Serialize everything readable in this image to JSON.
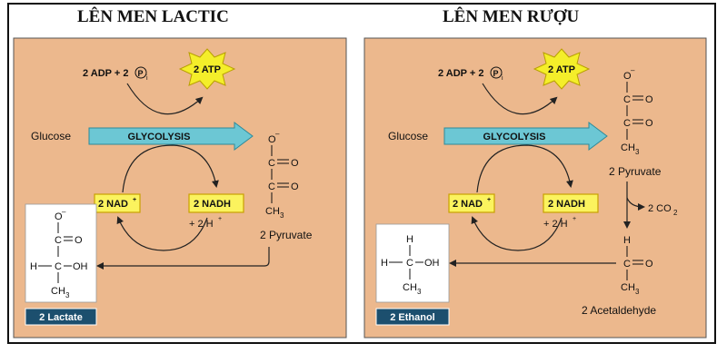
{
  "panels": [
    {
      "title": "LÊN MEN LACTIC",
      "adp_label": "2 ADP + 2",
      "pi_letter": "P",
      "pi_sub": "i",
      "atp_label": "2 ATP",
      "glucose_label": "Glucose",
      "glycolysis_label": "GLYCOLYSIS",
      "nad_label": "2 NAD",
      "nad_sup": "+",
      "nadh_label": "2 NADH",
      "h_label": "+ 2 H",
      "h_sup": "+",
      "pyruvate_label": "2 Pyruvate",
      "product_label": "2 Lactate",
      "struct": {
        "o_minus": "O",
        "o_minus_sup": "–",
        "c": "C",
        "o": "O",
        "ch3": "CH",
        "ch3_sub": "3",
        "h": "H",
        "oh": "OH"
      }
    },
    {
      "title": "LÊN MEN RƯỢU",
      "adp_label": "2 ADP + 2",
      "pi_letter": "P",
      "pi_sub": "i",
      "atp_label": "2 ATP",
      "glucose_label": "Glucose",
      "glycolysis_label": "GLYCOLYSIS",
      "nad_label": "2 NAD",
      "nad_sup": "+",
      "nadh_label": "2 NADH",
      "h_label": "+ 2 H",
      "h_sup": "+",
      "pyruvate_label": "2 Pyruvate",
      "co2_label": "2 CO",
      "co2_sub": "2",
      "acetaldehyde_label": "2 Acetaldehyde",
      "product_label": "2 Ethanol",
      "struct": {
        "o_minus": "O",
        "o_minus_sup": "–",
        "c": "C",
        "o": "O",
        "ch3": "CH",
        "ch3_sub": "3",
        "h": "H",
        "oh": "OH"
      }
    }
  ],
  "colors": {
    "panel_bg": "#ecb88d",
    "arrow_fill": "#6cc7d4",
    "box_fill": "#fbf35e",
    "box_border": "#c9a000",
    "star_fill": "#f4ee2a",
    "label_bg": "#1c4f6e"
  }
}
